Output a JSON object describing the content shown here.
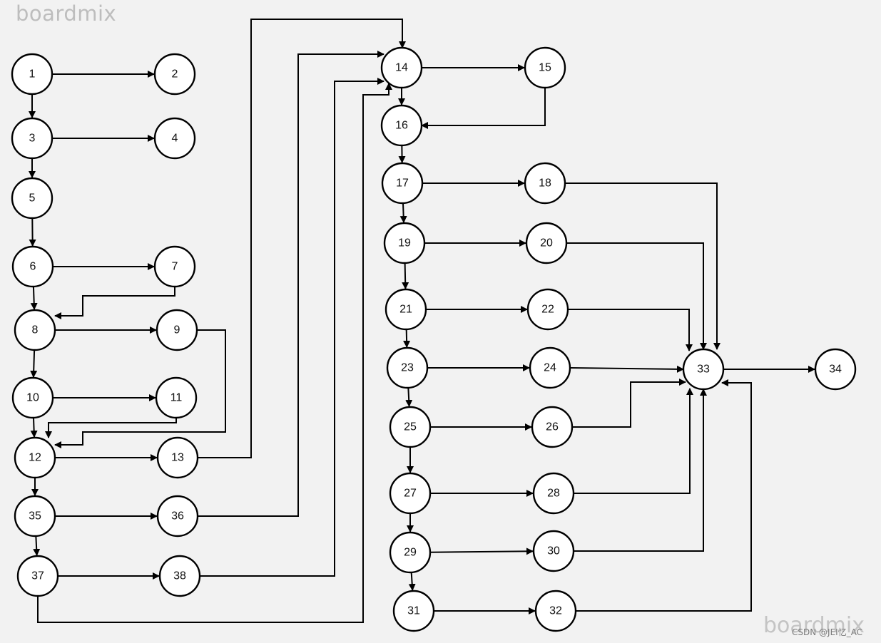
{
  "watermark": {
    "top_text": "boardmix",
    "bottom_text": "boardmix",
    "credit_text": "CSDN @JEI忆_AC"
  },
  "diagram": {
    "nodes": [
      "1",
      "2",
      "3",
      "4",
      "5",
      "6",
      "7",
      "8",
      "9",
      "10",
      "11",
      "12",
      "13",
      "14",
      "15",
      "16",
      "17",
      "18",
      "19",
      "20",
      "21",
      "22",
      "23",
      "24",
      "25",
      "26",
      "27",
      "28",
      "29",
      "30",
      "31",
      "32",
      "33",
      "34",
      "35",
      "36",
      "37",
      "38"
    ],
    "edges": [
      [
        "1",
        "2"
      ],
      [
        "1",
        "3"
      ],
      [
        "3",
        "4"
      ],
      [
        "3",
        "5"
      ],
      [
        "5",
        "6"
      ],
      [
        "6",
        "7"
      ],
      [
        "6",
        "8"
      ],
      [
        "7",
        "8"
      ],
      [
        "8",
        "9"
      ],
      [
        "8",
        "10"
      ],
      [
        "9",
        "12"
      ],
      [
        "10",
        "11"
      ],
      [
        "10",
        "12"
      ],
      [
        "11",
        "12"
      ],
      [
        "12",
        "13"
      ],
      [
        "12",
        "35"
      ],
      [
        "13",
        "14"
      ],
      [
        "35",
        "36"
      ],
      [
        "35",
        "37"
      ],
      [
        "36",
        "14"
      ],
      [
        "37",
        "38"
      ],
      [
        "38",
        "14"
      ],
      [
        "37",
        "14"
      ],
      [
        "14",
        "15"
      ],
      [
        "14",
        "16"
      ],
      [
        "15",
        "16"
      ],
      [
        "16",
        "17"
      ],
      [
        "17",
        "18"
      ],
      [
        "17",
        "19"
      ],
      [
        "18",
        "33"
      ],
      [
        "19",
        "20"
      ],
      [
        "19",
        "21"
      ],
      [
        "20",
        "33"
      ],
      [
        "21",
        "22"
      ],
      [
        "21",
        "23"
      ],
      [
        "22",
        "33"
      ],
      [
        "23",
        "24"
      ],
      [
        "23",
        "25"
      ],
      [
        "24",
        "33"
      ],
      [
        "25",
        "26"
      ],
      [
        "25",
        "27"
      ],
      [
        "26",
        "33"
      ],
      [
        "27",
        "28"
      ],
      [
        "27",
        "29"
      ],
      [
        "28",
        "33"
      ],
      [
        "29",
        "30"
      ],
      [
        "29",
        "31"
      ],
      [
        "30",
        "33"
      ],
      [
        "31",
        "32"
      ],
      [
        "32",
        "33"
      ],
      [
        "33",
        "34"
      ]
    ]
  }
}
